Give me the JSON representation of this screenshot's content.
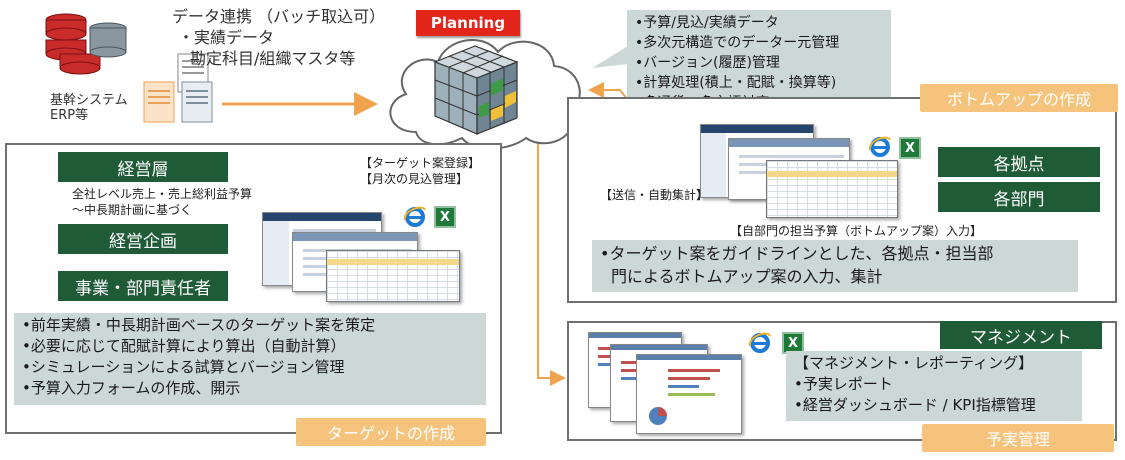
{
  "erp": {
    "label1": "基幹システム",
    "label2": "ERP等"
  },
  "data_link": {
    "title": "データ連携 （バッチ取込可）",
    "item1": "・実績データ",
    "item2": "勘定科目/組織マスタ等"
  },
  "planning": {
    "label": "Planning"
  },
  "planning_features": [
    "•予算/見込/実績データ",
    "•多次元構造でのデーター元管理",
    "•バージョン(履歴)管理",
    "•計算処理(積上・配賦・換算等)",
    "•多通貨・多言語対応"
  ],
  "target": {
    "roles": [
      "経営層",
      "経営企画",
      "事業・部門責任者"
    ],
    "exec_note1": "全社レベル売上・売上総利益予算",
    "exec_note2": "～中長期計画に基づく",
    "register1": "【ターゲット案登録】",
    "register2": "【月次の見込管理】",
    "bullets": [
      "•前年実績・中長期計画ベースのターゲット案を策定",
      "•必要に応じて配賦計算により算出（自動計算）",
      "•シミュレーションによる試算とバージョン管理",
      "•予算入力フォームの作成、開示"
    ],
    "tag": "ターゲットの作成"
  },
  "bottomup": {
    "tag": "ボトムアップの作成",
    "buttons": [
      "各拠点",
      "各部門"
    ],
    "send_label": "【送信・自動集計】",
    "input_label": "【自部門の担当予算（ボトムアップ案）入力】",
    "bullet_line1": "•ターゲット案をガイドラインとした、各拠点・担当部",
    "bullet_line2": "門によるボトムアップ案の入力、集計"
  },
  "management": {
    "header": "マネジメント",
    "report_title": "【マネジメント・レポーティング】",
    "items": [
      "•予実レポート",
      "•経営ダッシュボード / KPI指標管理"
    ],
    "tag": "予実管理"
  },
  "colors": {
    "green": "#1f5b36",
    "orange": "#f6c37c",
    "gray_box": "#ccd8d6",
    "planning_red": "#e2261a",
    "arrow": "#f0a34e"
  }
}
